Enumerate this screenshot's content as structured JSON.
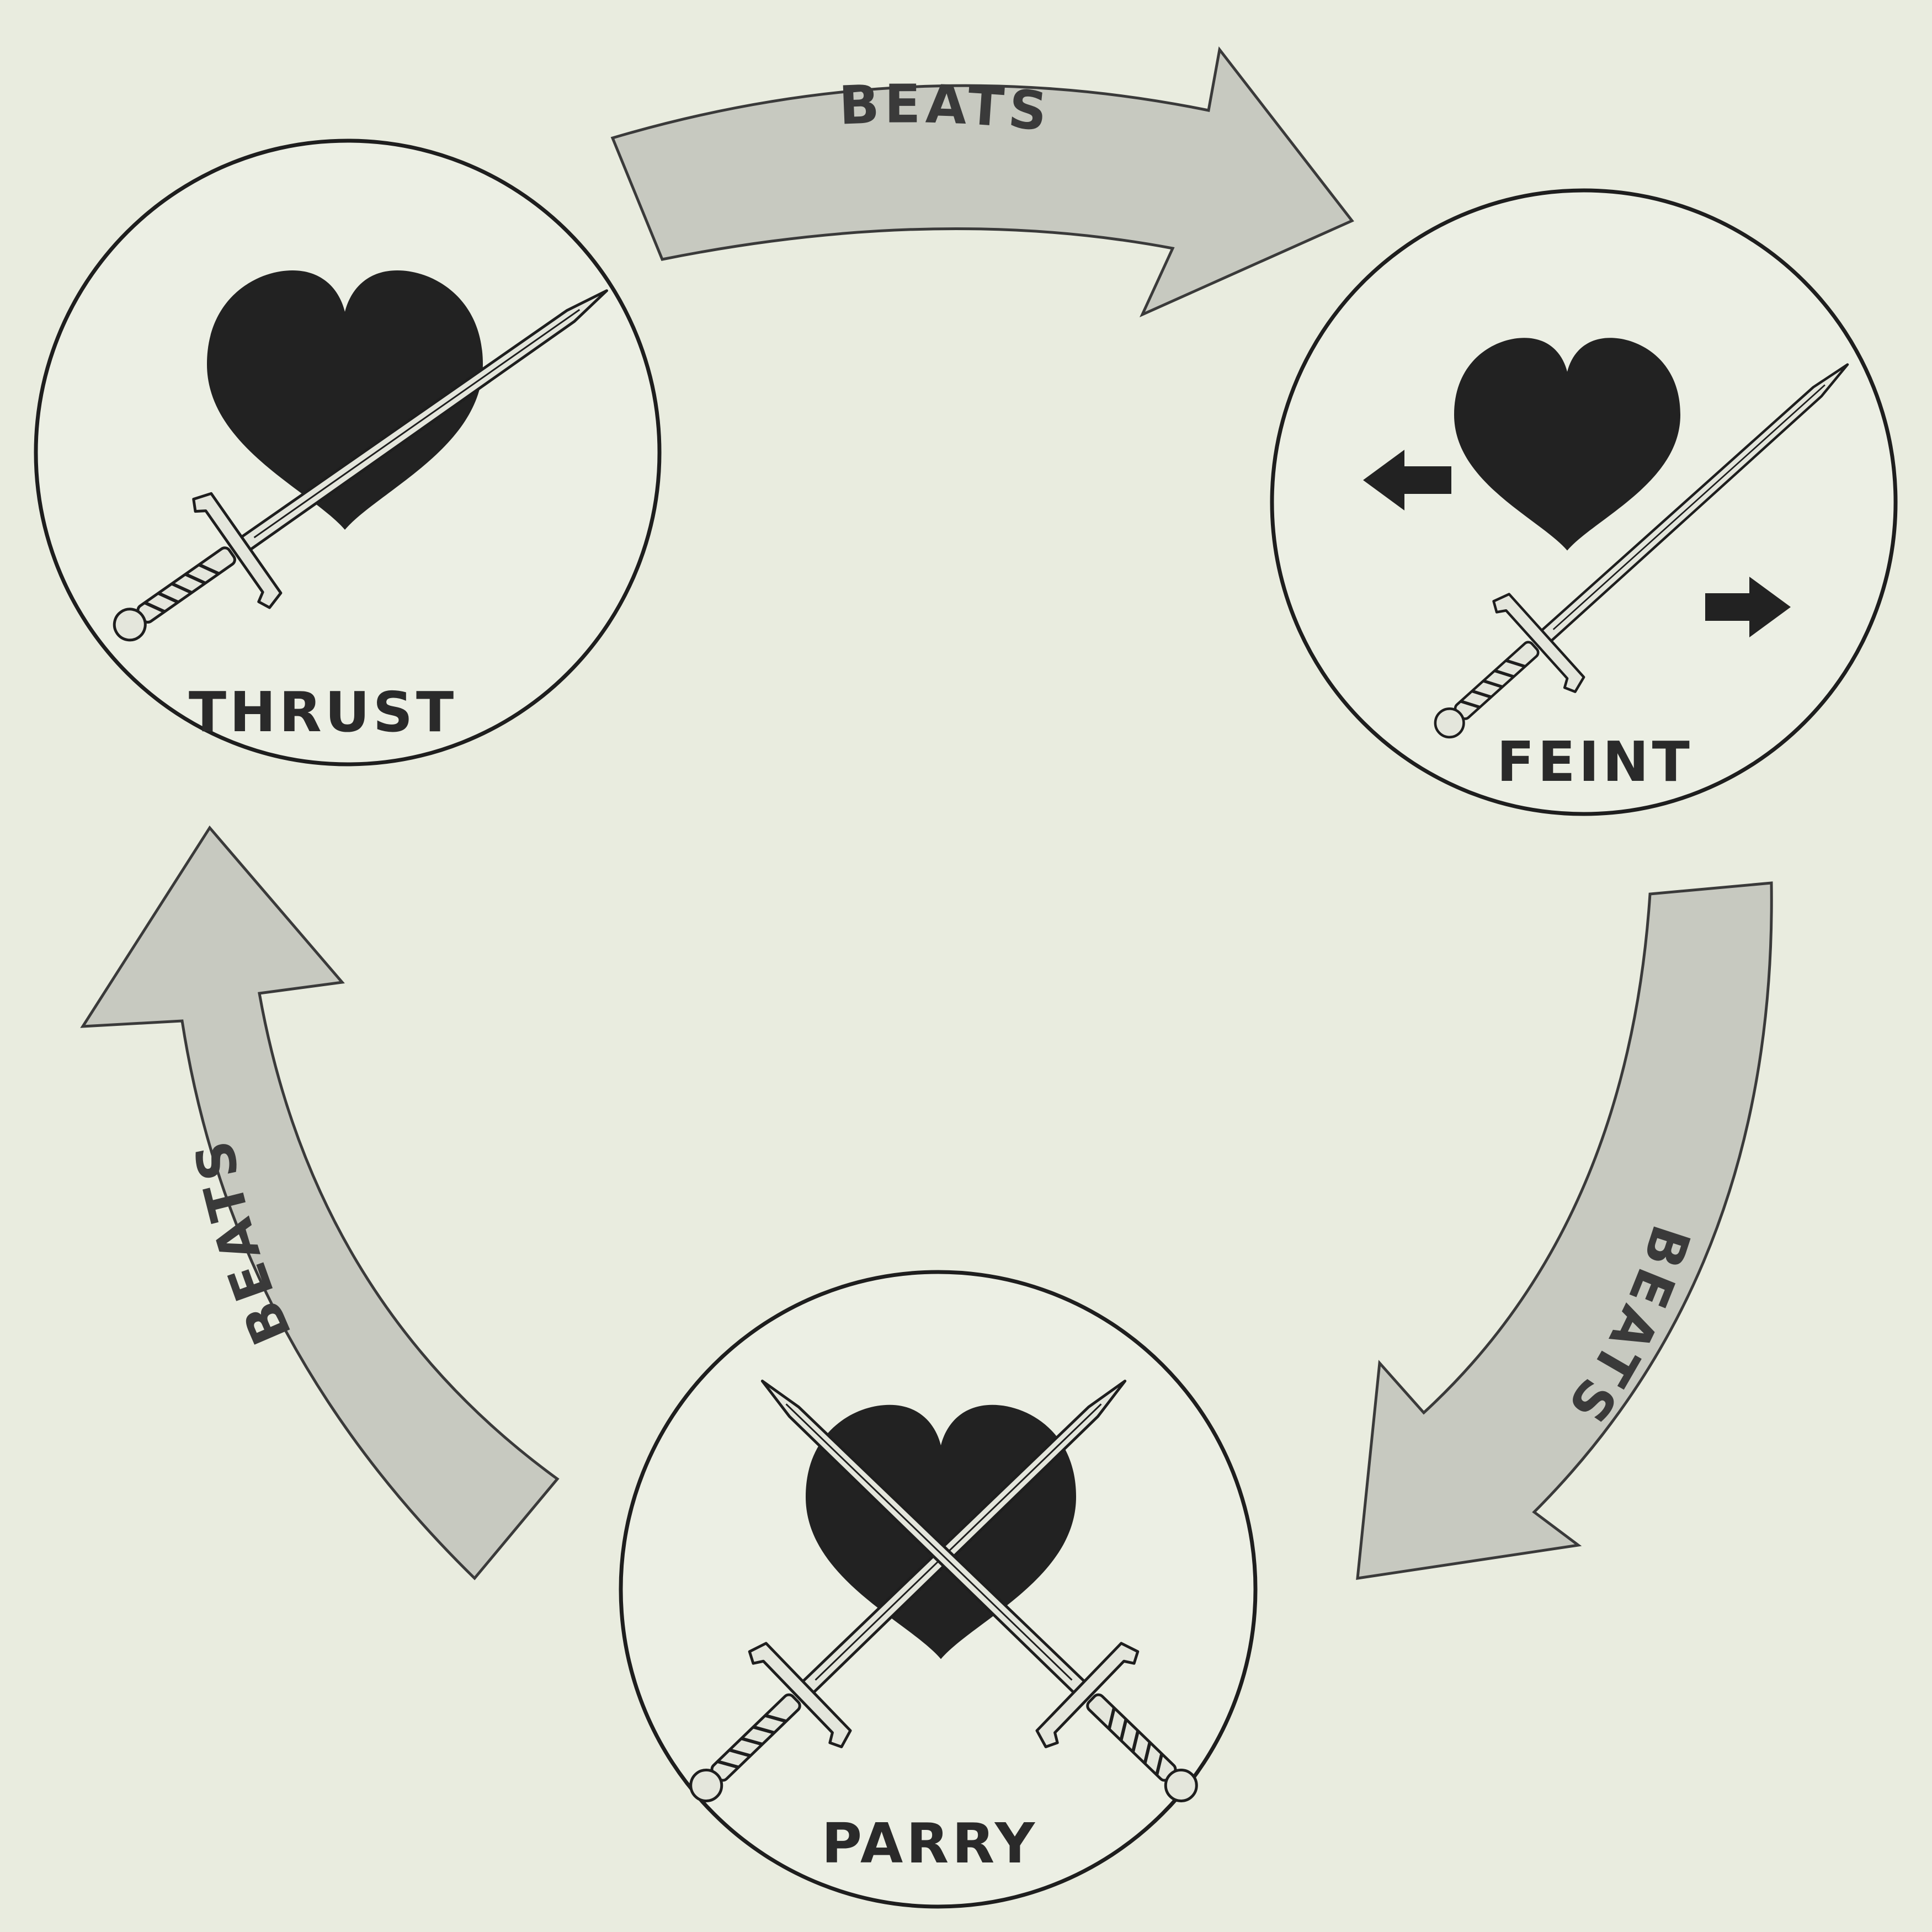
{
  "nodes": {
    "thrust": {
      "label": "THRUST"
    },
    "feint": {
      "label": "FEINT"
    },
    "parry": {
      "label": "PARRY"
    }
  },
  "edges": [
    {
      "from": "thrust",
      "to": "feint",
      "label": "BEATS"
    },
    {
      "from": "feint",
      "to": "parry",
      "label": "BEATS"
    },
    {
      "from": "parry",
      "to": "thrust",
      "label": "BEATS"
    }
  ],
  "colors": {
    "paper": "#e9ecdf",
    "ink": "#1e1e1e",
    "arrow_fill": "#c7c9c0"
  },
  "icons": {
    "thrust": [
      "heart-icon",
      "sword-icon"
    ],
    "feint": [
      "heart-icon",
      "sword-icon",
      "arrow-left-icon",
      "arrow-right-icon"
    ],
    "parry": [
      "heart-icon",
      "crossed-swords-icon"
    ]
  }
}
